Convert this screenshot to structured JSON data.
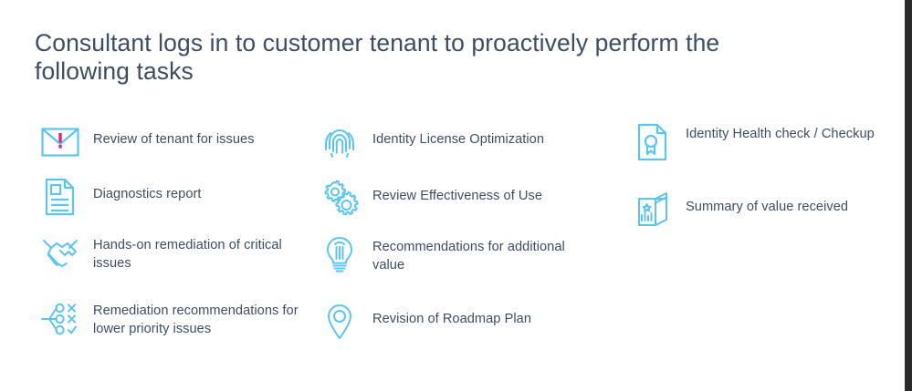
{
  "slide": {
    "title": "Consultant logs in to customer tenant to proactively perform the following tasks",
    "colors": {
      "title_text": "#3d4d63",
      "body_text": "#3d4d63",
      "icon_line": "#5bc5f2",
      "icon_accent": "#e0218a",
      "background": "#ffffff",
      "edge_bar": "#2b2b2b"
    }
  },
  "columns": [
    {
      "name": "column-1",
      "items": [
        {
          "icon": "envelope-alert-icon",
          "label": "Review of tenant for issues"
        },
        {
          "icon": "document-report-icon",
          "label": "Diagnostics report"
        },
        {
          "icon": "handshake-icon",
          "label": "Hands-on remediation of critical issues"
        },
        {
          "icon": "decision-tree-checklist-icon",
          "label": "Remediation recommendations for lower priority issues"
        }
      ]
    },
    {
      "name": "column-2",
      "items": [
        {
          "icon": "fingerprint-icon",
          "label": "Identity License Optimization"
        },
        {
          "icon": "gears-icon",
          "label": "Review Effectiveness of Use"
        },
        {
          "icon": "lightbulb-icon",
          "label": "Recommendations for additional value"
        },
        {
          "icon": "map-pin-icon",
          "label": "Revision of Roadmap Plan"
        }
      ]
    },
    {
      "name": "column-3",
      "items": [
        {
          "icon": "certificate-document-icon",
          "label": "Identity Health check / Checkup"
        },
        {
          "icon": "brochure-chart-icon",
          "label": "Summary of value received"
        }
      ]
    }
  ]
}
